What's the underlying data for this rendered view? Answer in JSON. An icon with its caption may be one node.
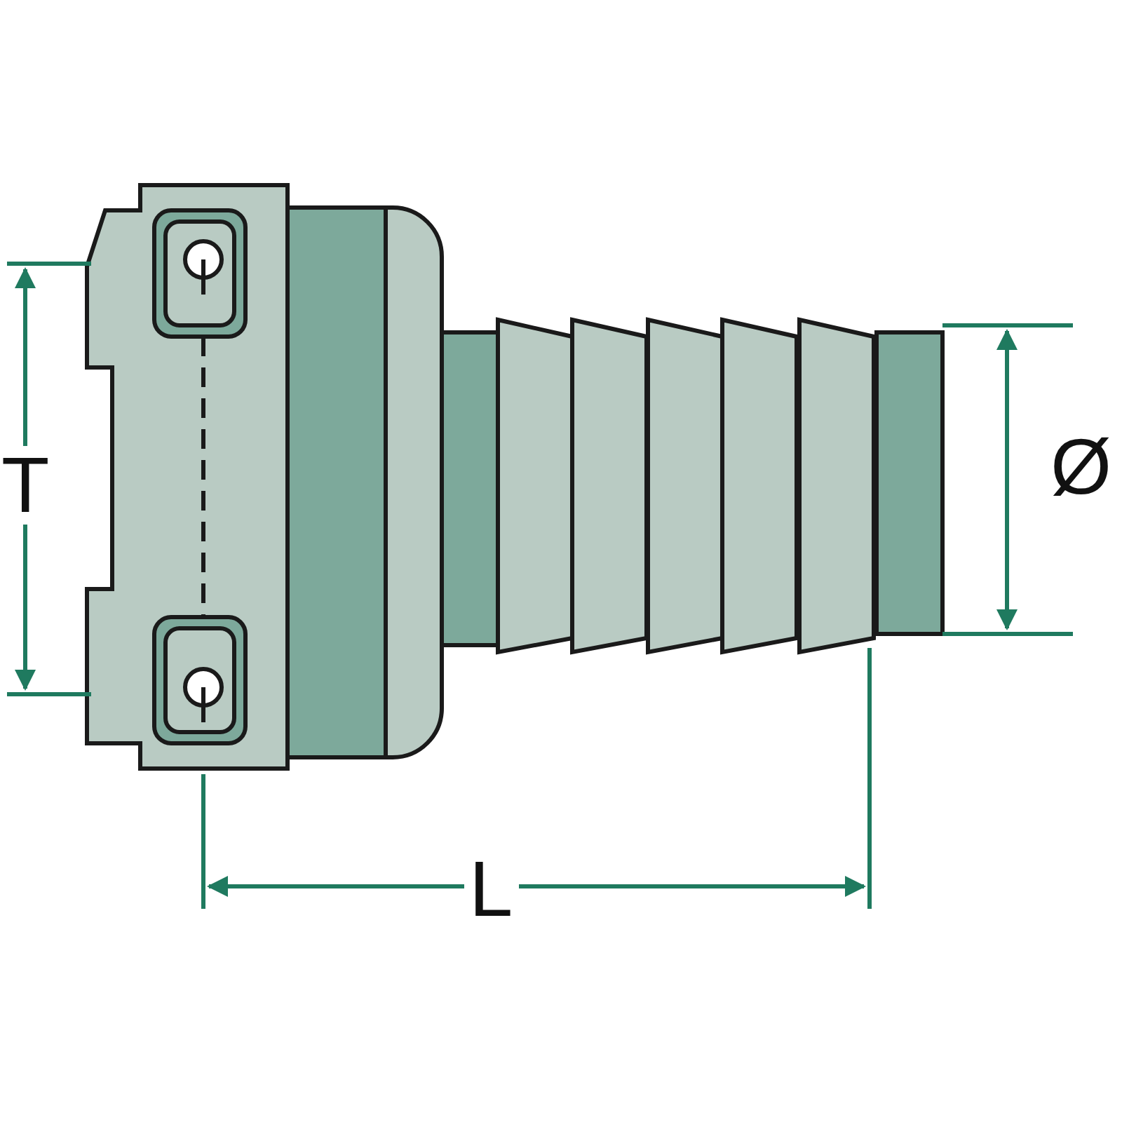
{
  "diagram": {
    "labels": [
      "T",
      "Ø",
      "L"
    ]
  }
}
